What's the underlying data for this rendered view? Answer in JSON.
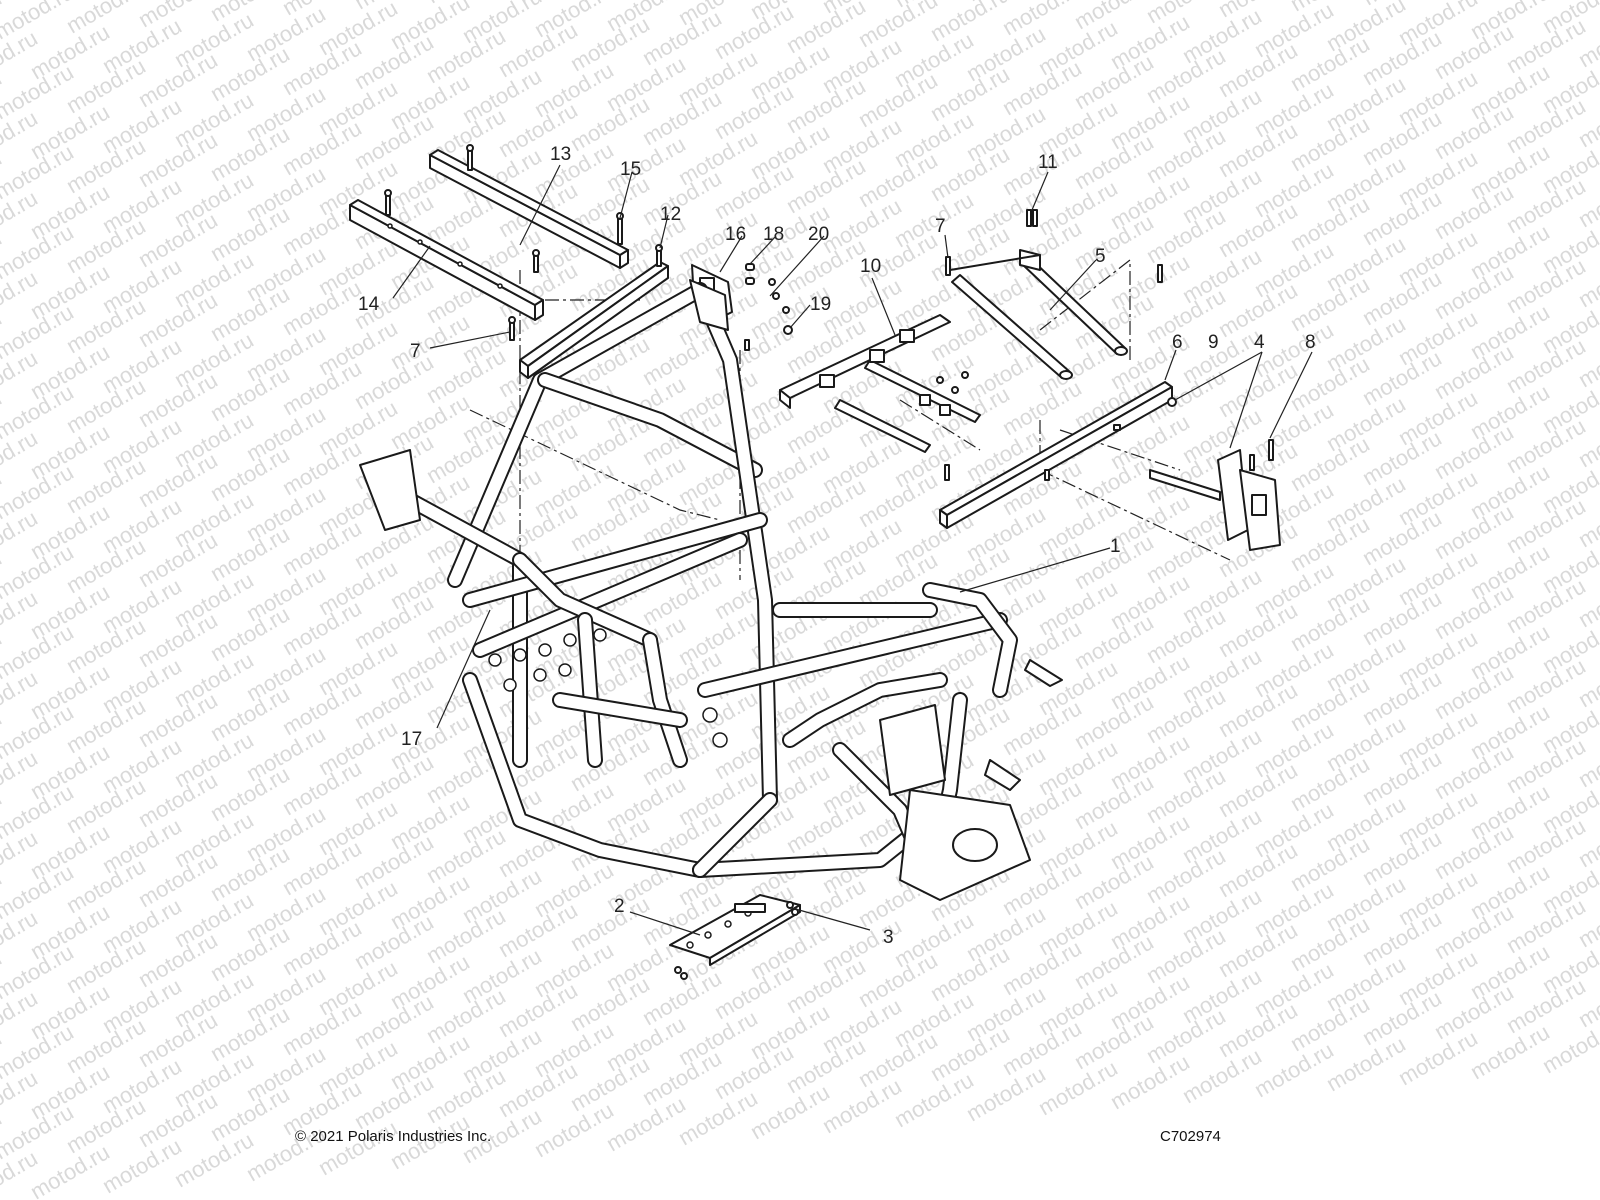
{
  "watermark": "motod.ru",
  "callouts": [
    {
      "id": "1",
      "label": "1"
    },
    {
      "id": "2",
      "label": "2"
    },
    {
      "id": "3",
      "label": "3"
    },
    {
      "id": "4",
      "label": "4"
    },
    {
      "id": "5",
      "label": "5"
    },
    {
      "id": "6",
      "label": "6"
    },
    {
      "id": "7a",
      "label": "7"
    },
    {
      "id": "7b",
      "label": "7"
    },
    {
      "id": "8",
      "label": "8"
    },
    {
      "id": "9",
      "label": "9"
    },
    {
      "id": "10",
      "label": "10"
    },
    {
      "id": "11",
      "label": "11"
    },
    {
      "id": "12",
      "label": "12"
    },
    {
      "id": "13",
      "label": "13"
    },
    {
      "id": "14",
      "label": "14"
    },
    {
      "id": "15",
      "label": "15"
    },
    {
      "id": "16",
      "label": "16"
    },
    {
      "id": "17",
      "label": "17"
    },
    {
      "id": "18",
      "label": "18"
    },
    {
      "id": "19",
      "label": "19"
    },
    {
      "id": "20",
      "label": "20"
    }
  ],
  "footer": {
    "copyright": "© 2021 Polaris Industries Inc.",
    "drawing_number": "C702974"
  },
  "colors": {
    "ink": "#1a1a1a",
    "watermark": "#d9d9d9",
    "background": "#ffffff"
  }
}
